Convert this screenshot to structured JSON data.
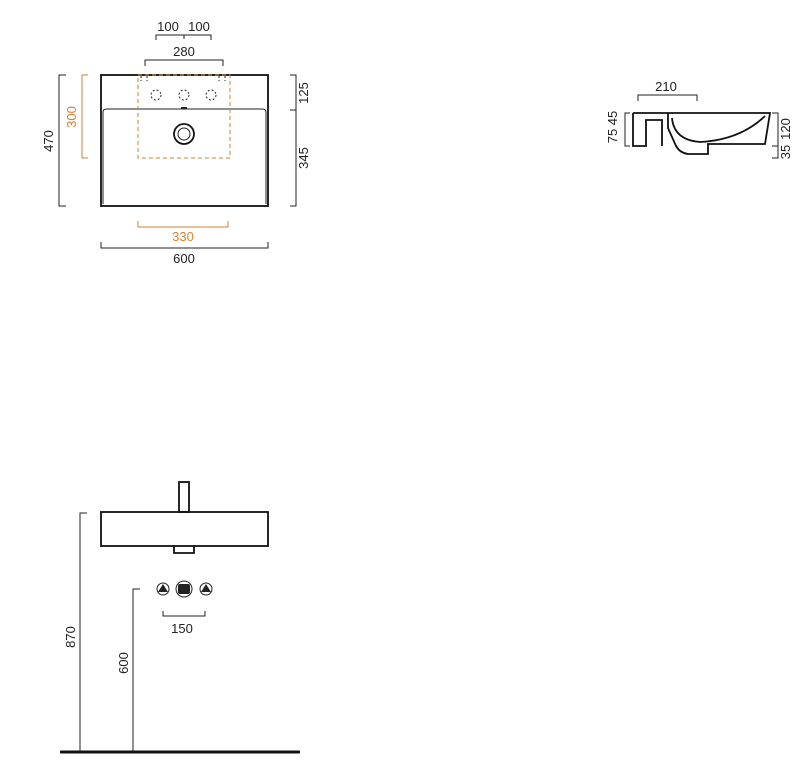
{
  "colors": {
    "dimension": "#222222",
    "highlight": "#d9812e"
  },
  "top_view": {
    "dim_spacing_left": "100",
    "dim_spacing_right": "100",
    "dim_holes": "280",
    "dim_depth": "470",
    "dim_zone": "300",
    "dim_deck": "125",
    "dim_bowl": "345",
    "dim_zone_width": "330",
    "dim_width": "600"
  },
  "side_view": {
    "dim_bowl_depth": "210",
    "dim_left": "75 45",
    "dim_height": "120",
    "dim_bottom": "35"
  },
  "front_view": {
    "dim_basin_height": "870",
    "dim_supply_height": "600",
    "dim_supply_spacing": "150"
  }
}
